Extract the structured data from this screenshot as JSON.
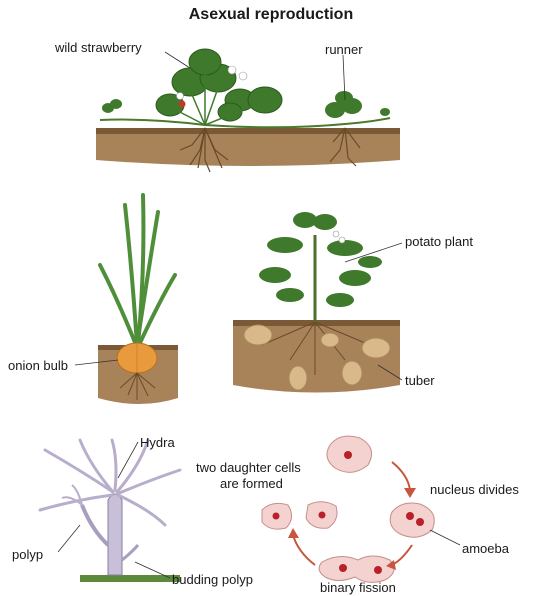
{
  "title": "Asexual reproduction",
  "labels": {
    "wild_strawberry": "wild strawberry",
    "runner": "runner",
    "onion_bulb": "onion bulb",
    "potato_plant": "potato plant",
    "tuber": "tuber",
    "hydra": "Hydra",
    "polyp": "polyp",
    "budding_polyp": "budding polyp",
    "two_daughter_cells_line1": "two daughter cells",
    "two_daughter_cells_line2": "are formed",
    "nucleus_divides": "nucleus divides",
    "amoeba": "amoeba",
    "binary_fission": "binary fission"
  },
  "colors": {
    "soil": "#a8835a",
    "soil_dark": "#7a5a36",
    "leaf": "#3f7a2c",
    "leaf_light": "#6aa84f",
    "onion": "#e89a3c",
    "tuber": "#d9b98a",
    "hydra": "#c8bfd8",
    "cell": "#f4d2cf",
    "nucleus": "#b8202a",
    "arrow": "#c8553d"
  }
}
